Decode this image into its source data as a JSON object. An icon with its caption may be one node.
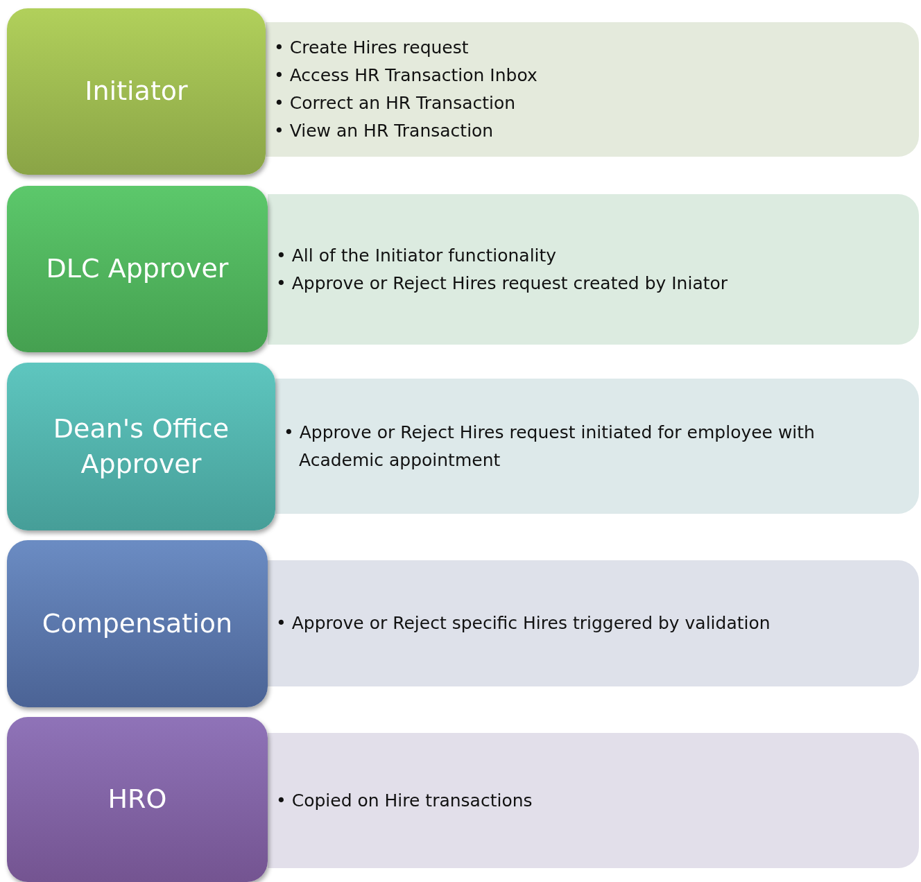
{
  "diagram": {
    "nodes": [
      {
        "text": [
          "Initiator"
        ]
      },
      {
        "text": [
          "• Create Hires request",
          "• Access HR Transaction Inbox",
          "• Correct an HR Transaction",
          "• View an HR Transaction"
        ]
      },
      {
        "text": [
          "DLC Approver"
        ]
      },
      {
        "text": [
          "• All of the Initiator functionality",
          "• Approve or Reject Hires request created by Iniator"
        ]
      },
      {
        "text": [
          "Dean's Office Approver"
        ]
      },
      {
        "text": [
          "• Approve or Reject Hires request initiated for employee with Academic appointment"
        ]
      },
      {
        "text": [
          "Compensation"
        ]
      },
      {
        "text": [
          "• Approve or Reject specific Hires triggered by validation"
        ]
      },
      {
        "text": [
          "HRO"
        ]
      },
      {
        "text": [
          "• Copied on Hire transactions"
        ]
      }
    ],
    "edges": []
  }
}
